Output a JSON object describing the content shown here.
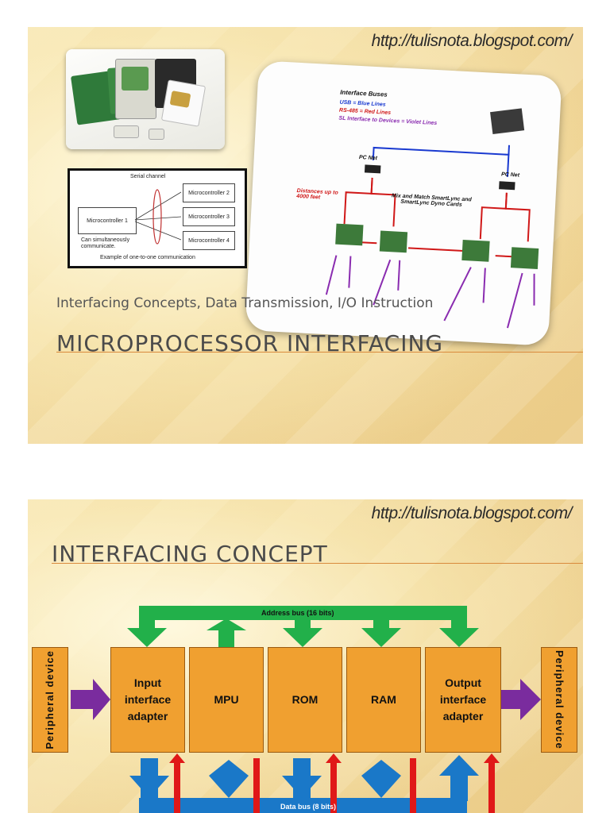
{
  "slide1": {
    "url": "http://tulisnota.blogspot.com/",
    "subtitle": "Interfacing Concepts, Data Transmission, I/O Instruction",
    "title": "MICROPROCESSOR INTERFACING",
    "figure": {
      "serial_channel": "Serial channel",
      "master": "Microcontroller 1",
      "slaves": [
        "Microcontroller 2",
        "Microcontroller 3",
        "Microcontroller 4"
      ],
      "note": "Can simultaneously communicate.",
      "caption": "Example of one-to-one communication"
    },
    "network": {
      "heading": "Interface Buses",
      "usb": "USB = Blue Lines",
      "rs485": "RS-485 = Red Lines",
      "sl": "SL Interface to Devices = Violet Lines",
      "pcnet_left": "PC Net",
      "pcnet_right": "PC Net",
      "distance": "Distances up to 4000 feet",
      "mix": "Mix and Match SmartLync and SmartLync Dyno Cards"
    }
  },
  "slide2": {
    "url": "http://tulisnota.blogspot.com/",
    "title": "INTERFACING CONCEPT",
    "address_bus": "Address bus (16 bits)",
    "data_bus": "Data bus (8 bits)",
    "blocks": {
      "input": "Input interface adapter",
      "mpu": "MPU",
      "rom": "ROM",
      "ram": "RAM",
      "output": "Output interface adapter"
    },
    "periph_left": "Peripheral device",
    "periph_right": "Peripheral device",
    "colors": {
      "address_bus": "#22b04a",
      "data_bus": "#1a78c8",
      "control": "#e01818",
      "io": "#7a2c9e",
      "block": "#f0a030"
    }
  }
}
